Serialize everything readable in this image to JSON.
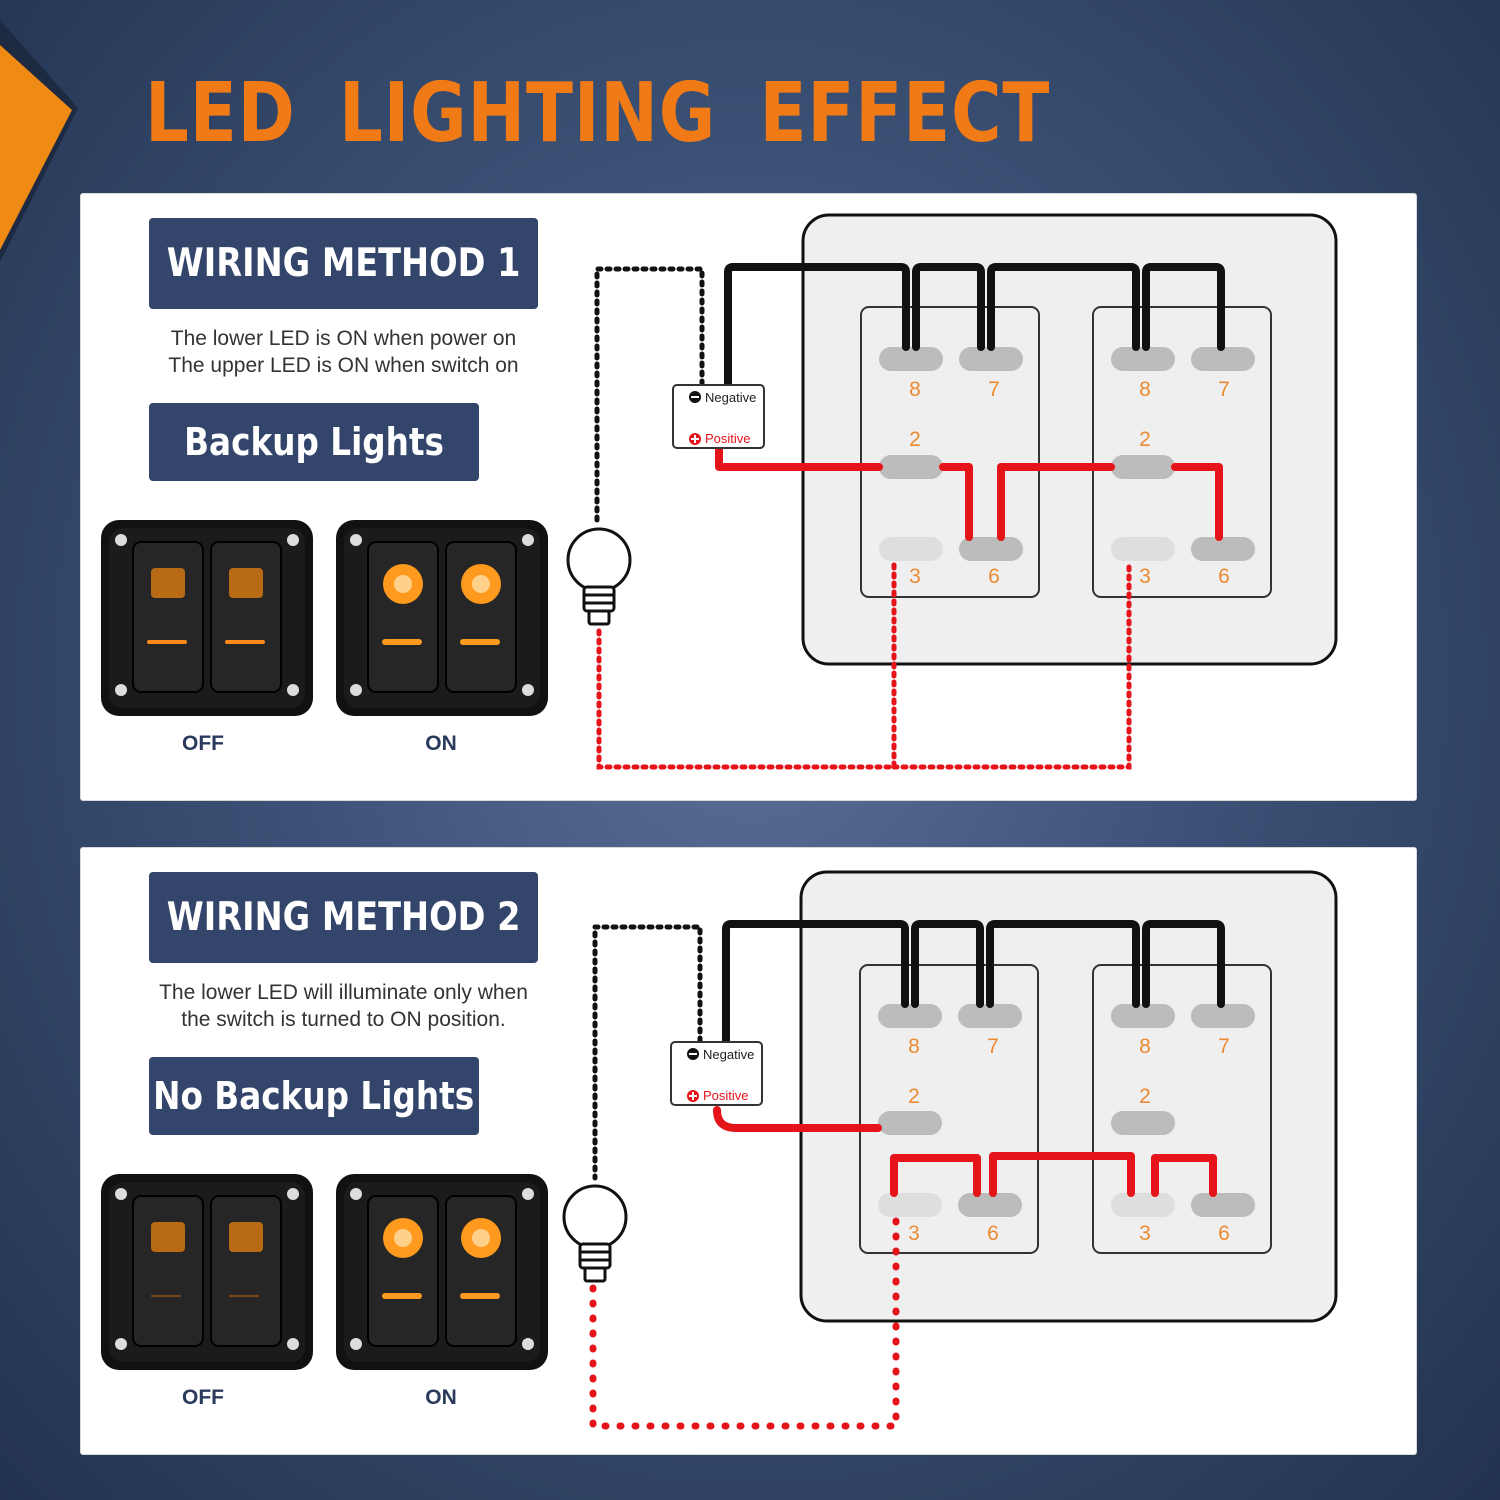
{
  "title": "LED LIGHTING EFFECT",
  "colors": {
    "accent": "#f07a16",
    "badge": "#34456b",
    "wire_black": "#111111",
    "wire_red": "#e5141b",
    "pin_number": "#ec8a32",
    "led_amber": "#ff9a1e"
  },
  "methods": [
    {
      "heading": "WIRING METHOD 1",
      "description": [
        "The lower LED is ON when power on",
        "The upper LED is ON when switch on"
      ],
      "mode": "Backup Lights",
      "switch_states": [
        "OFF",
        "ON"
      ],
      "module": {
        "negative": "Negative",
        "positive": "Positive"
      },
      "pins": {
        "p8": "8",
        "p7": "7",
        "p2": "2",
        "p3": "3",
        "p6": "6"
      }
    },
    {
      "heading": "WIRING METHOD 2",
      "description": [
        "The lower LED will illuminate only when",
        "the switch is turned to ON position."
      ],
      "mode": "No Backup Lights",
      "switch_states": [
        "OFF",
        "ON"
      ],
      "module": {
        "negative": "Negative",
        "positive": "Positive"
      },
      "pins": {
        "p8": "8",
        "p7": "7",
        "p2": "2",
        "p3": "3",
        "p6": "6"
      }
    }
  ],
  "icons": {
    "corner": "orange-corner-chevron",
    "bulb": "light-bulb-icon",
    "negative": "minus-circle-icon",
    "positive": "plus-circle-icon",
    "switch_panel": "rocker-switch-panel-icon"
  }
}
